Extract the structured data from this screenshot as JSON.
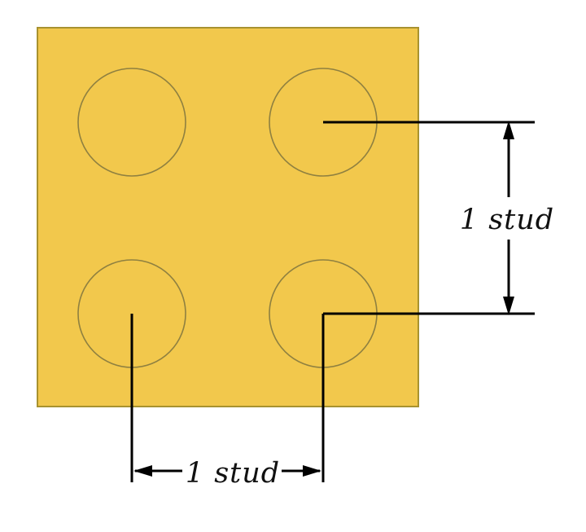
{
  "diagram": {
    "subject": "LEGO brick top view showing stud spacing",
    "brick": {
      "fill": "#F2C84C",
      "border": "#A8922F",
      "stud_outline": "#8F8040",
      "stud_count": 4
    },
    "dimension": {
      "line_color": "#000000",
      "background": "#FFFFFF"
    },
    "labels": {
      "vertical": "1 stud",
      "horizontal": "1 stud"
    }
  }
}
